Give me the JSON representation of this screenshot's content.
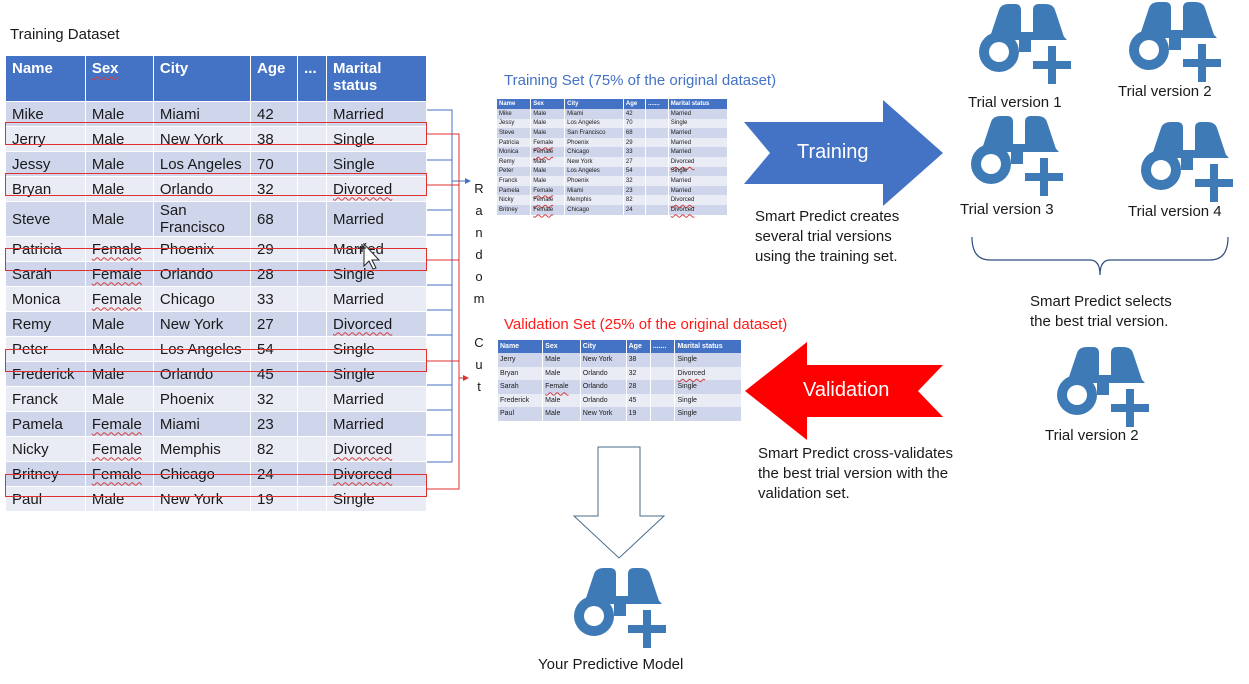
{
  "dataset_title": "Training Dataset",
  "main_table": {
    "headers": [
      "Name",
      "Sex",
      "City",
      "Age",
      "...",
      "Marital status"
    ],
    "rows": [
      [
        "Mike",
        "Male",
        "Miami",
        "42",
        "",
        "Married"
      ],
      [
        "Jerry",
        "Male",
        "New York",
        "38",
        "",
        "Single"
      ],
      [
        "Jessy",
        "Male",
        "Los Angeles",
        "70",
        "",
        "Single"
      ],
      [
        "Bryan",
        "Male",
        "Orlando",
        "32",
        "",
        "Divorced"
      ],
      [
        "Steve",
        "Male",
        "San Francisco",
        "68",
        "",
        "Married"
      ],
      [
        "Patricia",
        "Female",
        "Phoenix",
        "29",
        "",
        "Married"
      ],
      [
        "Sarah",
        "Female",
        "Orlando",
        "28",
        "",
        "Single"
      ],
      [
        "Monica",
        "Female",
        "Chicago",
        "33",
        "",
        "Married"
      ],
      [
        "Remy",
        "Male",
        "New York",
        "27",
        "",
        "Divorced"
      ],
      [
        "Peter",
        "Male",
        "Los Angeles",
        "54",
        "",
        "Single"
      ],
      [
        "Frederick",
        "Male",
        "Orlando",
        "45",
        "",
        "Single"
      ],
      [
        "Franck",
        "Male",
        "Phoenix",
        "32",
        "",
        "Married"
      ],
      [
        "Pamela",
        "Female",
        "Miami",
        "23",
        "",
        "Married"
      ],
      [
        "Nicky",
        "Female",
        "Memphis",
        "82",
        "",
        "Divorced"
      ],
      [
        "Britney",
        "Female",
        "Chicago",
        "24",
        "",
        "Divorced"
      ],
      [
        "Paul",
        "Male",
        "New York",
        "19",
        "",
        "Single"
      ]
    ]
  },
  "random_cut_label": [
    "R",
    "a",
    "n",
    "d",
    "o",
    "m",
    "",
    "C",
    "u",
    "t"
  ],
  "training_set": {
    "title": "Training Set (75% of the original dataset)",
    "headers": [
      "Name",
      "Sex",
      "City",
      "Age",
      ".......",
      "Marital status"
    ],
    "rows": [
      [
        "Mike",
        "Male",
        "Miami",
        "42",
        "",
        "Married"
      ],
      [
        "Jessy",
        "Male",
        "Los Angeles",
        "70",
        "",
        "Single"
      ],
      [
        "Steve",
        "Male",
        "San Francisco",
        "68",
        "",
        "Married"
      ],
      [
        "Patricia",
        "Female",
        "Phoenix",
        "29",
        "",
        "Married"
      ],
      [
        "Monica",
        "Female",
        "Chicago",
        "33",
        "",
        "Married"
      ],
      [
        "Remy",
        "Male",
        "New York",
        "27",
        "",
        "Divorced"
      ],
      [
        "Peter",
        "Male",
        "Los Angeles",
        "54",
        "",
        "Single"
      ],
      [
        "Franck",
        "Male",
        "Phoenix",
        "32",
        "",
        "Married"
      ],
      [
        "Pamela",
        "Female",
        "Miami",
        "23",
        "",
        "Married"
      ],
      [
        "Nicky",
        "Female",
        "Memphis",
        "82",
        "",
        "Divorced"
      ],
      [
        "Britney",
        "Female",
        "Chicago",
        "24",
        "",
        "Divorced"
      ]
    ]
  },
  "validation_set": {
    "title": "Validation Set (25% of the original dataset)",
    "headers": [
      "Name",
      "Sex",
      "City",
      "Age",
      ".......",
      "Marital status"
    ],
    "rows": [
      [
        "Jerry",
        "Male",
        "New York",
        "38",
        "",
        "Single"
      ],
      [
        "Bryan",
        "Male",
        "Orlando",
        "32",
        "",
        "Divorced"
      ],
      [
        "Sarah",
        "Female",
        "Orlando",
        "28",
        "",
        "Single"
      ],
      [
        "Frederick",
        "Male",
        "Orlando",
        "45",
        "",
        "Single"
      ],
      [
        "Paul",
        "Male",
        "New York",
        "19",
        "",
        "Single"
      ]
    ]
  },
  "training_arrow": {
    "label": "Training",
    "color": "#4472c4"
  },
  "validation_arrow": {
    "label": "Validation",
    "color": "#ff0000"
  },
  "training_caption": [
    "Smart Predict creates",
    "several trial versions",
    "using the training set."
  ],
  "validation_caption": [
    "Smart Predict cross-validates",
    "the best trial version with the",
    "validation set."
  ],
  "selects_caption": [
    "Smart Predict selects",
    "the best trial version."
  ],
  "trials": {
    "t1": "Trial version 1",
    "t2": "Trial version 2",
    "t3": "Trial version 3",
    "t4": "Trial version 4",
    "best": "Trial version 2"
  },
  "model_label": "Your Predictive Model",
  "icon_color": "#3e7ab5"
}
